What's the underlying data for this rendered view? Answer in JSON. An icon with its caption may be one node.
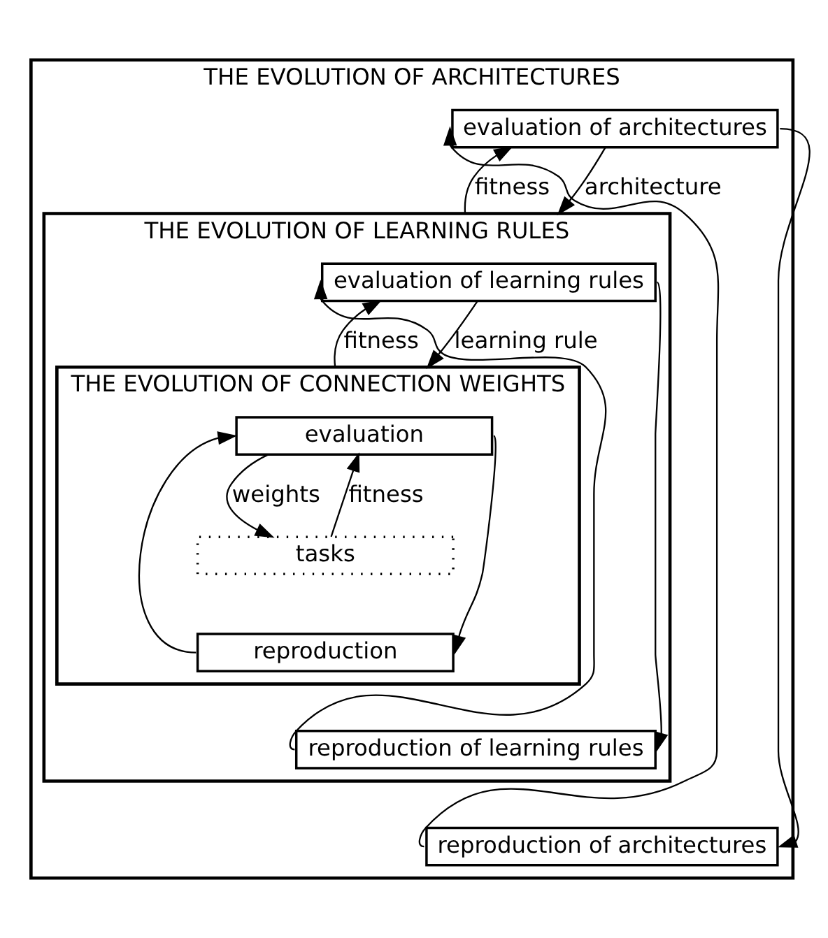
{
  "diagram": {
    "nodes": [
      {
        "text": [
          "THE EVOLUTION OF ARCHITECTURES"
        ]
      },
      {
        "text": [
          "evaluation of architectures"
        ],
        "in": 0
      },
      {
        "text": [
          "THE EVOLUTION OF LEARNING RULES"
        ],
        "in": 0
      },
      {
        "text": [
          "evaluation of learning rules"
        ],
        "in": 2
      },
      {
        "text": [
          "THE EVOLUTION OF CONNECTION WEIGHTS"
        ],
        "in": 2
      },
      {
        "text": [
          "evaluation"
        ],
        "in": 4
      },
      {
        "text": [
          "tasks"
        ],
        "in": 4
      },
      {
        "text": [
          "reproduction"
        ],
        "in": 4
      },
      {
        "text": [
          "reproduction of learning rules"
        ],
        "in": 2
      },
      {
        "text": [
          "reproduction of architectures"
        ],
        "in": 0
      }
    ],
    "edges": [
      {
        "from": 1,
        "to": 2,
        "arrow": "to",
        "label": "architecture"
      },
      {
        "from": 2,
        "to": 1,
        "arrow": "to",
        "label": "fitness"
      },
      {
        "from": 3,
        "to": 4,
        "arrow": "to",
        "label": "learning rule"
      },
      {
        "from": 4,
        "to": 3,
        "arrow": "to",
        "label": "fitness"
      },
      {
        "from": 5,
        "to": 6,
        "arrow": "to",
        "label": "weights"
      },
      {
        "from": 6,
        "to": 5,
        "arrow": "to",
        "label": "fitness"
      },
      {
        "from": 5,
        "to": 7,
        "arrow": "to"
      },
      {
        "from": 7,
        "to": 5,
        "arrow": "to"
      },
      {
        "from": 3,
        "to": 8,
        "arrow": "to"
      },
      {
        "from": 8,
        "to": 3,
        "arrow": "to"
      },
      {
        "from": 1,
        "to": 9,
        "arrow": "to"
      },
      {
        "from": 9,
        "to": 1,
        "arrow": "to"
      }
    ]
  }
}
